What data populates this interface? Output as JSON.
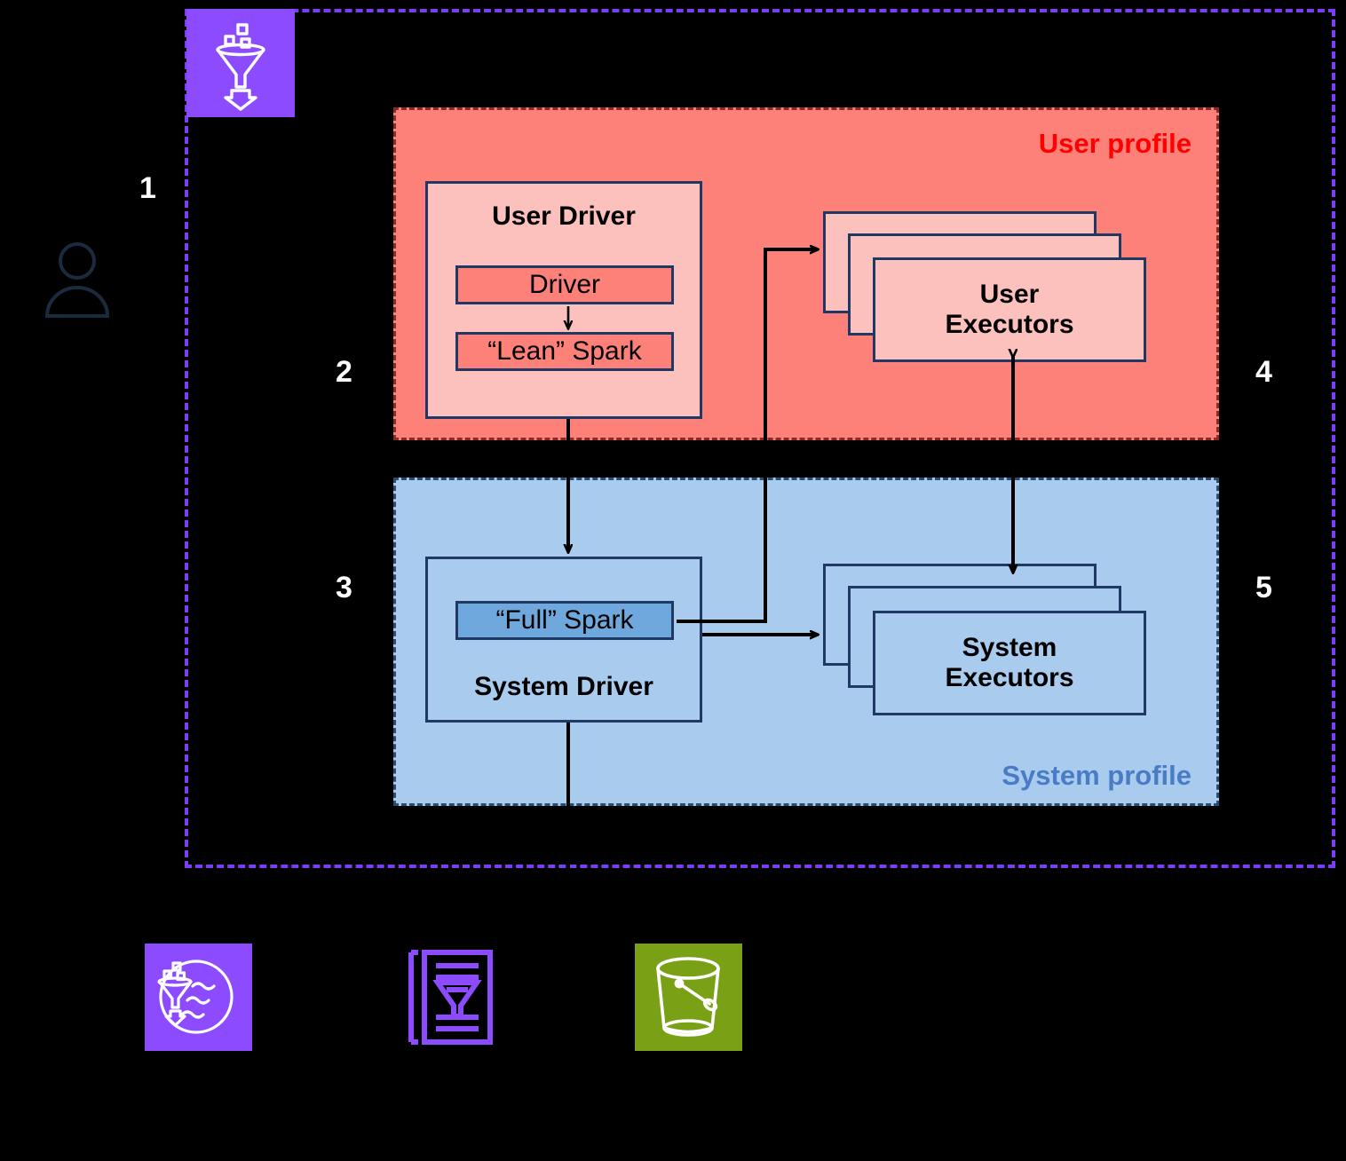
{
  "diagram": {
    "title": "AWS Glue interactive sessions dual-profile Spark architecture",
    "colors": {
      "purple_accent": "#7D3CF8",
      "user_zone_bg": "#FD8079",
      "user_zone_label": "#FF0000",
      "user_driver_bg": "#FCC0BD",
      "user_inner_bg": "#FD8079",
      "system_zone_bg": "#A8CBEE",
      "system_zone_label": "#4A7CC6",
      "system_inner_bg": "#6FA8DC",
      "border_navy": "#1F3864",
      "s3_green": "#7AA116",
      "background": "#000000",
      "step_number": "#FFFFFF"
    }
  },
  "steps": [
    {
      "id": "1",
      "label": "1"
    },
    {
      "id": "2",
      "label": "2"
    },
    {
      "id": "3",
      "label": "3"
    },
    {
      "id": "4",
      "label": "4"
    },
    {
      "id": "5",
      "label": "5"
    }
  ],
  "actor": {
    "icon": "user-person-icon",
    "name": "user"
  },
  "top_icon": {
    "icon": "glue-funnel-icon",
    "tile_color": "#8C4BFF"
  },
  "user_profile": {
    "label": "User profile",
    "driver": {
      "title": "User Driver",
      "inner_boxes": [
        {
          "label": "Driver"
        },
        {
          "label": "“Lean” Spark"
        }
      ]
    },
    "executors": {
      "label": "User\nExecutors",
      "line1": "User",
      "line2": "Executors",
      "stack_count": 3
    }
  },
  "system_profile": {
    "label": "System profile",
    "driver": {
      "title": "System Driver",
      "inner_boxes": [
        {
          "label": "“Full” Spark"
        }
      ]
    },
    "executors": {
      "label": "System\nExecutors",
      "line1": "System",
      "line2": "Executors",
      "stack_count": 3
    }
  },
  "bottom_icons": [
    {
      "name": "glue-data-lake-icon",
      "tile_color": "#8C4BFF"
    },
    {
      "name": "glue-job-script-icon",
      "tile_color": "transparent"
    },
    {
      "name": "s3-bucket-icon",
      "tile_color": "#7AA116"
    }
  ],
  "connectors": [
    {
      "from": "Driver",
      "to": "“Lean” Spark",
      "type": "arrow-down"
    },
    {
      "from": "User Driver",
      "to": "System Driver",
      "type": "arrow-down"
    },
    {
      "from": "“Full” Spark",
      "to": "User Executors",
      "type": "arrow-right-up"
    },
    {
      "from": "“Full” Spark",
      "to": "System Executors",
      "type": "arrow-right"
    },
    {
      "from": "User Executors",
      "to": "System Executors",
      "type": "double-arrow-vertical"
    },
    {
      "from": "System Driver",
      "to": "bottom",
      "type": "line-down"
    }
  ]
}
